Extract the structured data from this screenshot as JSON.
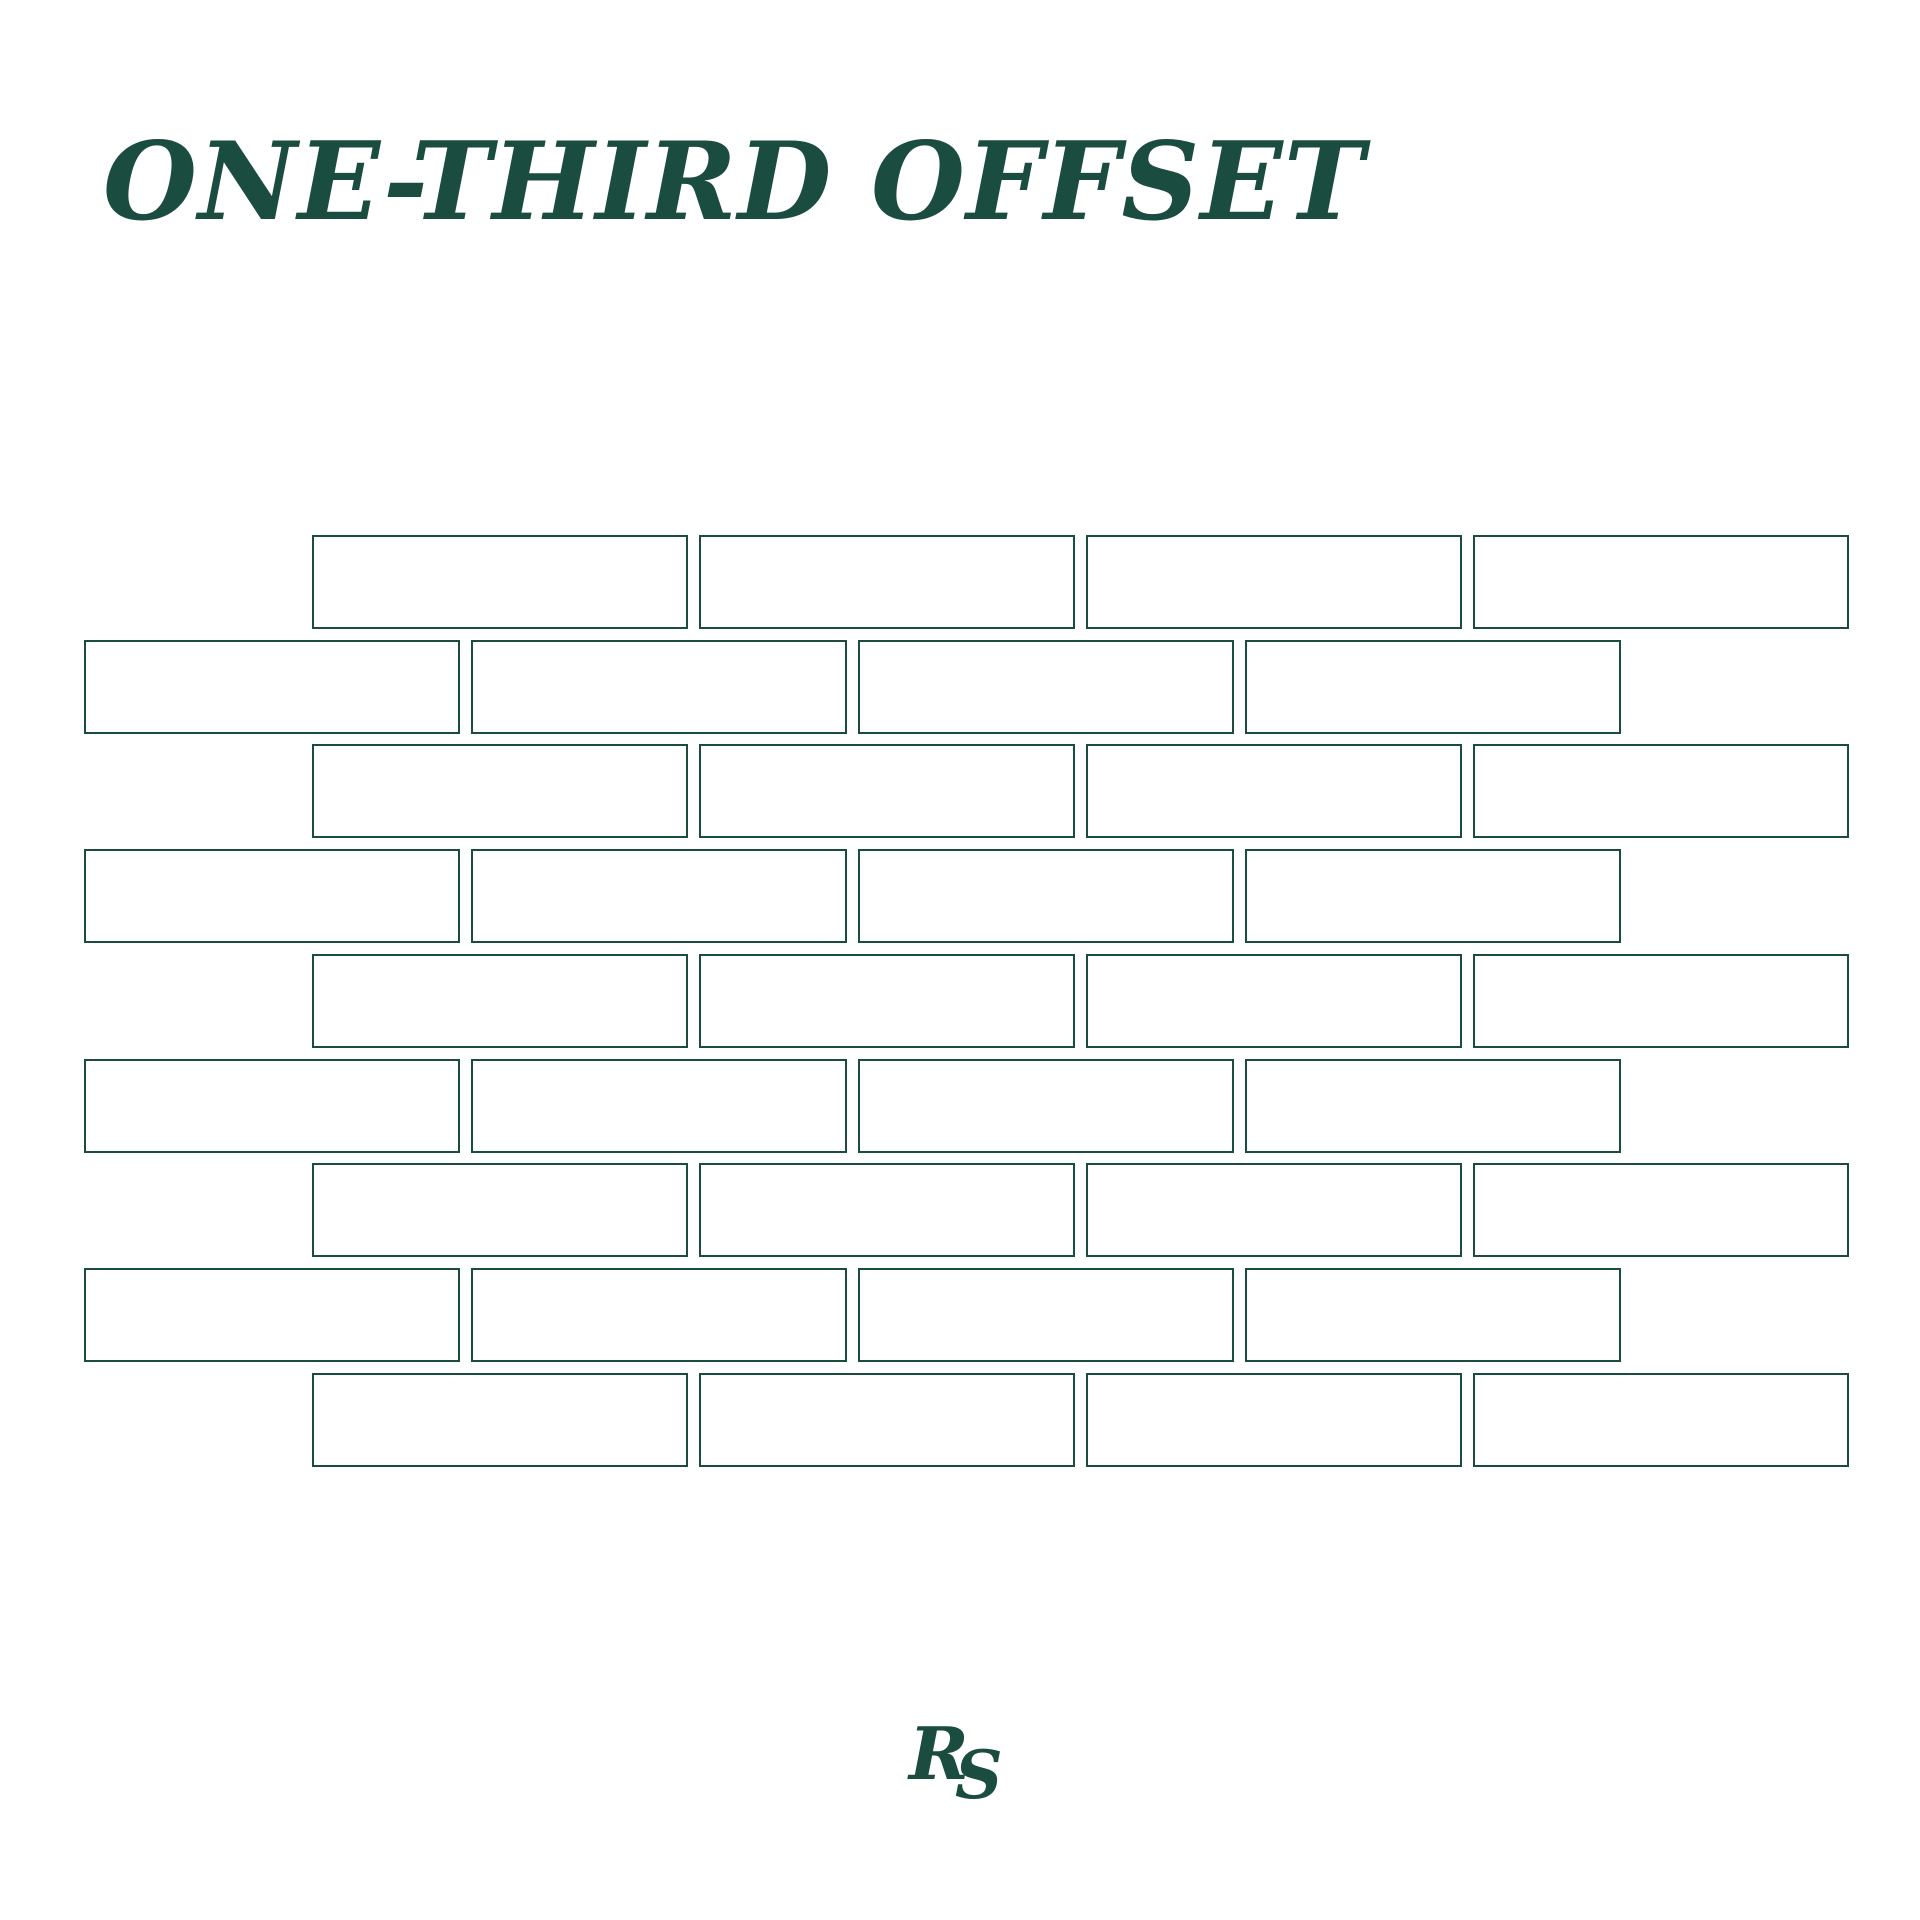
{
  "title": "ONE-THIRD OFFSET",
  "logo": {
    "first": "R",
    "second": "S"
  },
  "colors": {
    "accent": "#1a4d3f",
    "background": "#ffffff"
  },
  "pattern": {
    "rows": [
      {
        "tiles": 4,
        "alignment": "offset"
      },
      {
        "tiles": 4,
        "alignment": "flush-left"
      },
      {
        "tiles": 4,
        "alignment": "offset"
      },
      {
        "tiles": 4,
        "alignment": "flush-left"
      },
      {
        "tiles": 4,
        "alignment": "offset"
      },
      {
        "tiles": 4,
        "alignment": "flush-left"
      },
      {
        "tiles": 4,
        "alignment": "offset"
      },
      {
        "tiles": 4,
        "alignment": "flush-left"
      },
      {
        "tiles": 4,
        "alignment": "offset"
      }
    ]
  }
}
